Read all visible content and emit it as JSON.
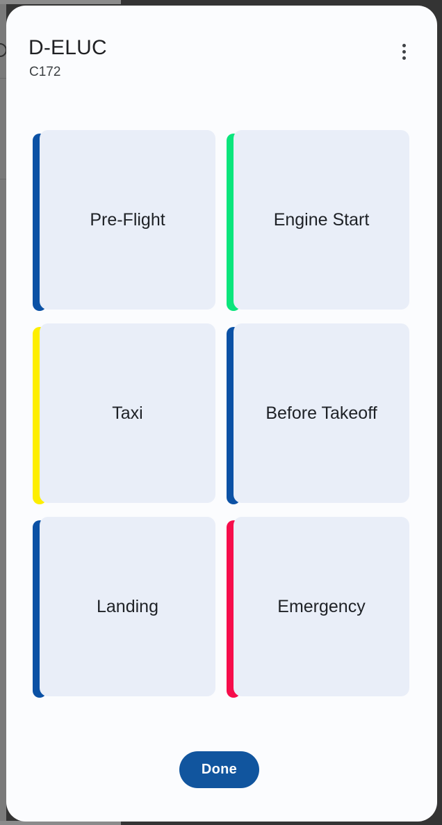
{
  "dialog": {
    "title": "D-ELUC",
    "subtitle": "C172",
    "done_button": "Done",
    "checklists": [
      {
        "label": "Pre-Flight",
        "color": "#0b51a5"
      },
      {
        "label": "Engine Start",
        "color": "#0ae57c"
      },
      {
        "label": "Taxi",
        "color": "#fdee00"
      },
      {
        "label": "Before Takeoff",
        "color": "#0b51a5"
      },
      {
        "label": "Landing",
        "color": "#0b51a5"
      },
      {
        "label": "Emergency",
        "color": "#f60d4b"
      }
    ]
  },
  "icons": {
    "menu": "kebab-menu-icon"
  },
  "colors": {
    "backdrop": "#343434",
    "dialog_background": "#fbfcfe",
    "card_background": "#e9eef8",
    "primary_button": "#11559e"
  }
}
